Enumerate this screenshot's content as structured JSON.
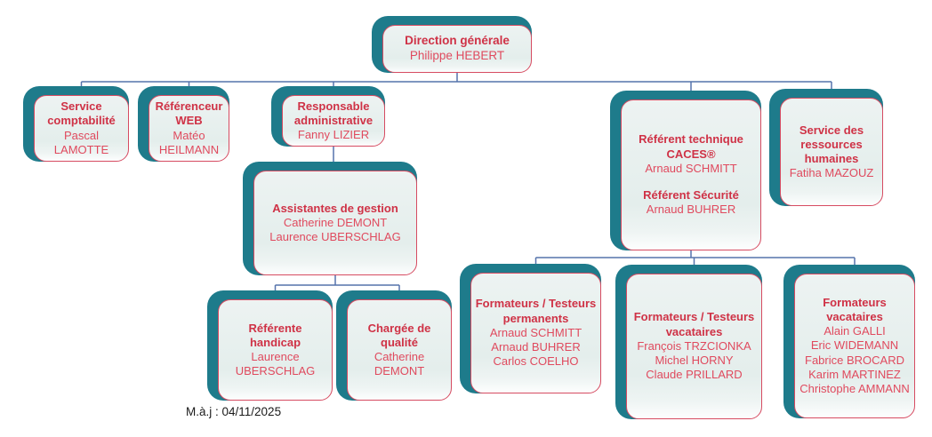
{
  "diagram": {
    "footer": {
      "updated_label": "M.à.j : 04/11/2025"
    },
    "colors": {
      "teal": "#1e7b8b",
      "title_red": "#cf3246",
      "name_red": "#e04a5e",
      "border_red": "#d64b61",
      "connector_blue": "#5573ac",
      "card_bg": "#e8f0ef"
    },
    "nodes": [
      {
        "id": "direction-generale",
        "title": "Direction générale",
        "people": [
          "Philippe HEBERT"
        ]
      },
      {
        "id": "service-comptabilite",
        "title": "Service comptabilité",
        "people": [
          "Pascal LAMOTTE"
        ]
      },
      {
        "id": "referenceur-web",
        "title": "Référenceur WEB",
        "people": [
          "Matéo HEILMANN"
        ]
      },
      {
        "id": "responsable-administrative",
        "title": "Responsable administrative",
        "people": [
          "Fanny LIZIER"
        ]
      },
      {
        "id": "referent-technique",
        "sections": [
          {
            "title": "Référent technique CACES®",
            "people": [
              "Arnaud SCHMITT"
            ]
          },
          {
            "title": "Référent Sécurité",
            "people": [
              "Arnaud BUHRER"
            ]
          }
        ]
      },
      {
        "id": "service-rh",
        "title": "Service des ressources humaines",
        "people": [
          "Fatiha MAZOUZ"
        ]
      },
      {
        "id": "assistantes-gestion",
        "title": "Assistantes de gestion",
        "people": [
          "Catherine DEMONT",
          "Laurence UBERSCHLAG"
        ]
      },
      {
        "id": "referente-handicap",
        "title": "Référente handicap",
        "people": [
          "Laurence UBERSCHLAG"
        ]
      },
      {
        "id": "chargee-qualite",
        "title": "Chargée de qualité",
        "people": [
          "Catherine DEMONT"
        ]
      },
      {
        "id": "formateurs-testeurs-permanents",
        "title": "Formateurs / Testeurs permanents",
        "people": [
          "Arnaud SCHMITT",
          "Arnaud BUHRER",
          "Carlos COELHO"
        ]
      },
      {
        "id": "formateurs-testeurs-vacataires",
        "title": "Formateurs / Testeurs vacataires",
        "people": [
          "François TRZCIONKA",
          "Michel HORNY",
          "Claude PRILLARD"
        ]
      },
      {
        "id": "formateurs-vacataires",
        "title": "Formateurs vacataires",
        "people": [
          "Alain GALLI",
          "Eric WIDEMANN",
          "Fabrice BROCARD",
          "Karim MARTINEZ",
          "Christophe AMMANN"
        ]
      }
    ]
  }
}
